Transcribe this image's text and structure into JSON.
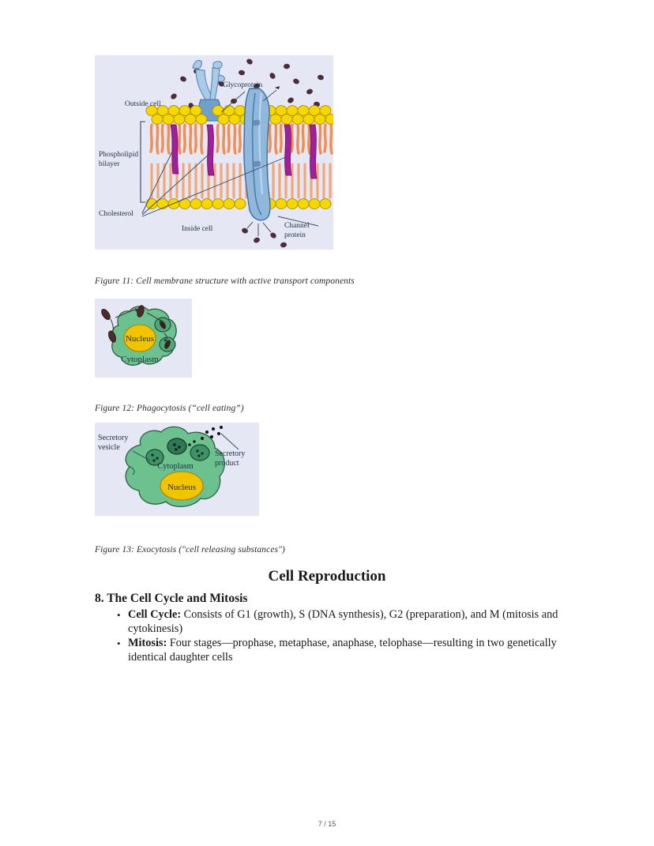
{
  "document": {
    "footer": "7 / 15"
  },
  "figures": [
    {
      "id": "figure-11",
      "caption": "Figure 11: Cell membrane structure with active transport components",
      "alt": "cell-membrane-diagram",
      "labels": {
        "outside_cell": "Outside cell",
        "glycoprotein": "Glycoprotein",
        "phospholipid_bilayer_line1": "Phospholipid",
        "phospholipid_bilayer_line2": "bilayer",
        "cholesterol": "Cholesterol",
        "inside_cell": "Inside cell",
        "channel_protein_line1": "Channel",
        "channel_protein_line2": "protein"
      },
      "colors": {
        "background": "#e6e7f4",
        "lipid_head": "#f5d800",
        "lipid_tail": "#ed8c4e",
        "cholesterol": "#a0209b",
        "protein": "#8fb8dc",
        "particle": "#4a2c3a"
      }
    },
    {
      "id": "figure-12",
      "caption": "Figure 12: Phagocytosis (“cell eating”)",
      "alt": "phagocytosis-diagram",
      "labels": {
        "nucleus": "Nucleus",
        "cytoplasm": "Cytoplasm"
      },
      "colors": {
        "background": "#e6e7f4",
        "cytoplasm": "#6cc18e",
        "nucleus": "#f2c400",
        "bacterium": "#4a2b2b"
      }
    },
    {
      "id": "figure-13",
      "caption": "Figure 13: Exocytosis (\"cell releasing substances\")",
      "alt": "exocytosis-diagram",
      "labels": {
        "secretory_vesicle_line1": "Secretory",
        "secretory_vesicle_line2": "vesicle",
        "secretory_product_line1": "Secretory",
        "secretory_product_line2": "product",
        "cytoplasm": "Cytoplasm",
        "nucleus": "Nucleus"
      },
      "colors": {
        "background": "#e6e7f4",
        "cytoplasm": "#6cc18e",
        "nucleus": "#f2c400",
        "vesicle": "#2f7a55"
      }
    }
  ],
  "content": {
    "section_title": "Cell Reproduction",
    "subsection_title": "8. The Cell Cycle and Mitosis",
    "bullets": [
      {
        "lead": "Cell Cycle:",
        "text": " Consists of G1 (growth), S (DNA synthesis), G2 (preparation), and M (mitosis and cytokinesis)"
      },
      {
        "lead": "Mitosis:",
        "text": " Four stages—prophase, metaphase, anaphase, telophase—resulting in two genetically identical daughter cells"
      }
    ]
  }
}
